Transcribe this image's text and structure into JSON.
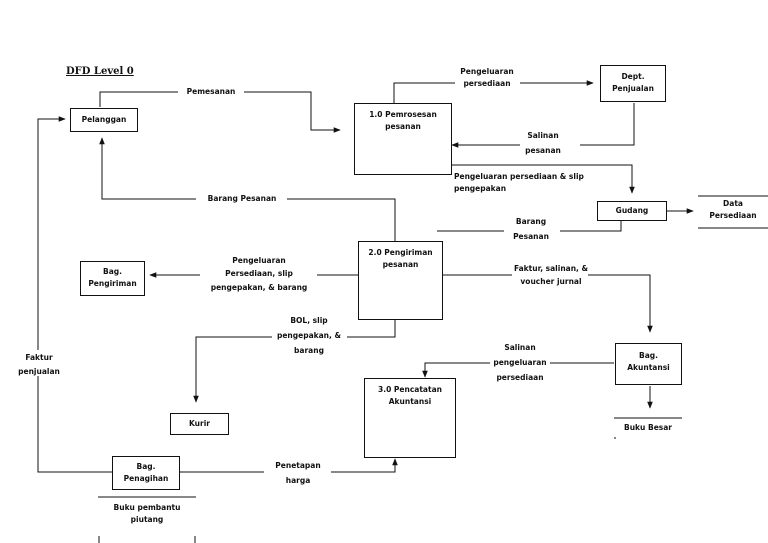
{
  "title": "DFD Level 0",
  "entities": {
    "pelanggan": "Pelanggan",
    "dept_penjualan": [
      "Dept.",
      "Penjualan"
    ],
    "gudang": "Gudang",
    "bag_pengiriman": [
      "Bag.",
      "Pengiriman"
    ],
    "kurir": "Kurir",
    "bag_akuntansi": [
      "Bag.",
      "Akuntansi"
    ],
    "bag_penagihan": [
      "Bag.",
      "Penagihan"
    ]
  },
  "processes": {
    "p1": [
      "1.0 Pemrosesan",
      "pesanan"
    ],
    "p2": [
      "2.0 Pengiriman",
      "pesanan"
    ],
    "p3": [
      "3.0 Pencatatan",
      "Akuntansi"
    ]
  },
  "stores": {
    "data_persediaan": [
      "Data",
      "Persediaan"
    ],
    "buku_besar": "Buku Besar",
    "buku_pembantu": [
      "Buku pembantu",
      "piutang"
    ]
  },
  "flows": {
    "pemesanan": "Pemesanan",
    "pengeluaran_persediaan": [
      "Pengeluaran",
      "persediaan"
    ],
    "salinan_pesanan": [
      "Salinan",
      "pesanan"
    ],
    "pengeluaran_slip": [
      "Pengeluaran persediaan & slip",
      "pengepakan"
    ],
    "barang_pesanan": "Barang Pesanan",
    "barang_pesanan_gudang": [
      "Barang",
      "Pesanan"
    ],
    "pengeluaran_pengiriman": [
      "Pengeluaran",
      "Persediaan, slip",
      "pengepakan, & barang"
    ],
    "faktur_salinan": [
      "Faktur, salinan, &",
      "voucher jurnal"
    ],
    "bol": [
      "BOL, slip",
      "pengepakan, &",
      "barang"
    ],
    "salinan_pengeluaran": [
      "Salinan",
      "pengeluaran",
      "persediaan"
    ],
    "faktur_penjualan": [
      "Faktur",
      "penjualan"
    ],
    "penetapan_harga": [
      "Penetapan",
      "harga"
    ]
  }
}
